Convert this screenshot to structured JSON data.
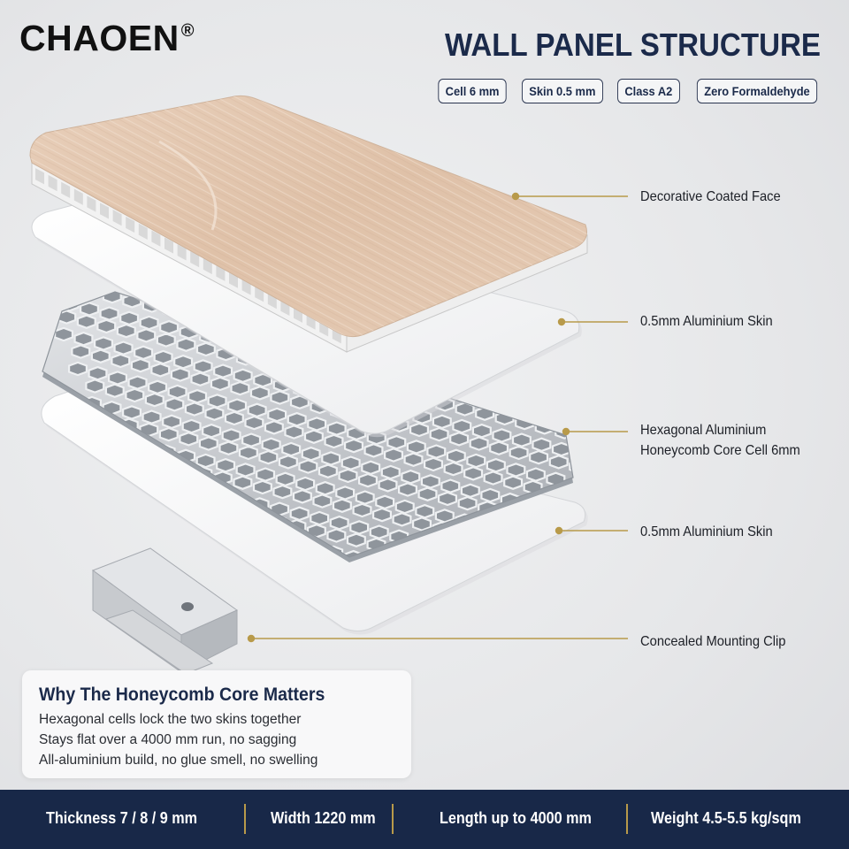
{
  "brand": {
    "name": "CHAOEN",
    "mark": "®"
  },
  "heading": "WALL PANEL STRUCTURE",
  "badges": [
    "Cell 6 mm",
    "Skin 0.5 mm",
    "Class A2",
    "Zero Formaldehyde"
  ],
  "layers": {
    "face": "Decorative Coated Face",
    "skin_top": "0.5mm Aluminium Skin",
    "core_line1": "Hexagonal Aluminium",
    "core_line2": "Honeycomb Core Cell 6mm",
    "skin_bottom": "0.5mm Aluminium Skin",
    "clip": "Concealed Mounting Clip"
  },
  "why": {
    "title": "Why The Honeycomb Core Matters",
    "points": [
      "Hexagonal cells lock the two skins together",
      "Stays flat over a 4000 mm run, no sagging",
      "All-aluminium build, no glue smell, no swelling"
    ]
  },
  "specs": [
    "Thickness 7 / 8 / 9 mm",
    "Width 1220 mm",
    "Length up to 4000 mm",
    "Weight 4.5-5.5 kg/sqm"
  ],
  "colors": {
    "navy": "#182848",
    "gold": "#b89a4a",
    "wood": "#e2c6ae",
    "aluminium": "#c9ccd0",
    "skin": "#f6f6f6"
  }
}
